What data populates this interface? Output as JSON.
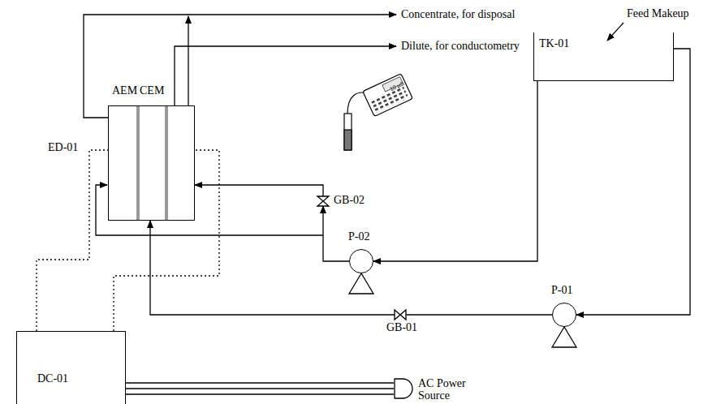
{
  "diagram": {
    "nodes": [
      {
        "text": [
          "ED-01",
          "AEM",
          "CEM"
        ]
      },
      {
        "text": [
          "TK-01"
        ]
      },
      {
        "text": [
          "GB-02"
        ]
      },
      {
        "text": [
          "P-02"
        ]
      },
      {
        "text": [
          "P-01"
        ]
      },
      {
        "text": [
          "GB-01"
        ]
      },
      {
        "text": [
          "DC-01"
        ]
      },
      {
        "text": [
          "AC Power Source"
        ]
      }
    ],
    "edges": [
      {
        "from": 1,
        "to": 4,
        "arrow": "to"
      },
      {
        "from": 4,
        "to": 5,
        "arrow": "none"
      },
      {
        "from": 5,
        "to": 0,
        "arrow": "to"
      },
      {
        "from": 1,
        "to": 3,
        "arrow": "to"
      },
      {
        "from": 3,
        "to": 2,
        "arrow": "to"
      },
      {
        "from": 2,
        "to": 0,
        "arrow": "to"
      },
      {
        "from": 6,
        "to": 0,
        "arrow": "none"
      },
      {
        "from": 6,
        "to": 0,
        "arrow": "none"
      },
      {
        "from": 6,
        "to": 7,
        "arrow": "none"
      }
    ],
    "labels": [
      "Concentrate, for disposal",
      "Dilute, for conductometry",
      "Feed Makeup",
      "10 µS"
    ]
  }
}
